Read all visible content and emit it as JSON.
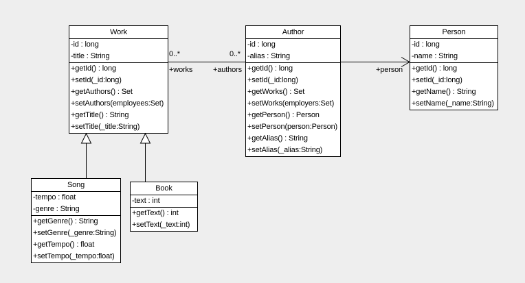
{
  "colors": {
    "canvas_background": "#eeeeee",
    "class_fill": "#ffffff",
    "line_color": "#000000"
  },
  "classes": [
    {
      "name": "Work",
      "attributes": [
        "-id : long",
        "-title : String"
      ],
      "operations": [
        "+getId() : long",
        "+setId(_id:long)",
        "+getAuthors() : Set",
        "+setAuthors(employees:Set)",
        "+getTitle() : String",
        "+setTitle(_title:String)"
      ]
    },
    {
      "name": "Author",
      "attributes": [
        "-id : long",
        "-alias : String"
      ],
      "operations": [
        "+getId() : long",
        "+setId(_id:long)",
        "+getWorks() : Set",
        "+setWorks(employers:Set)",
        "+getPerson() : Person",
        "+setPerson(person:Person)",
        "+getAlias() : String",
        "+setAlias(_alias:String)"
      ]
    },
    {
      "name": "Person",
      "attributes": [
        "-id : long",
        "-name : String"
      ],
      "operations": [
        "+getId() : long",
        "+setId(_id:long)",
        "+getName() : String",
        "+setName(_name:String)"
      ]
    },
    {
      "name": "Song",
      "attributes": [
        "-tempo : float",
        "-genre : String"
      ],
      "operations": [
        "+getGenre() : String",
        "+setGenre(_genre:String)",
        "+getTempo() : float",
        "+setTempo(_tempo:float)"
      ]
    },
    {
      "name": "Book",
      "attributes": [
        "-text : int"
      ],
      "operations": [
        "+getText() : int",
        "+setText(_text:int)"
      ]
    }
  ],
  "associations": [
    {
      "source": "Work",
      "target": "Author",
      "source_multiplicity": "0..*",
      "target_multiplicity": "0..*",
      "source_role": "+works",
      "target_role": "+authors"
    },
    {
      "source": "Author",
      "target": "Person",
      "target_role": "+person",
      "navigable": "target"
    }
  ],
  "generalizations": [
    {
      "source": "Song",
      "target": "Work"
    },
    {
      "source": "Book",
      "target": "Work"
    }
  ]
}
